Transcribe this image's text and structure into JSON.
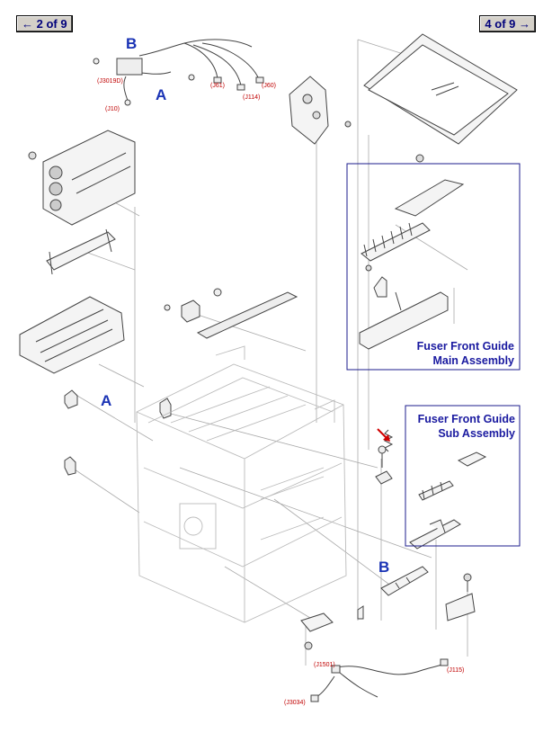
{
  "navigation": {
    "prev_label": "← 2 of 9",
    "next_label": "4 of 9 →"
  },
  "callouts": {
    "letter_a": "A",
    "letter_b": "B"
  },
  "connectors": {
    "j3019d": "(J3019D)",
    "j10": "(J10)",
    "j61": "(J61)",
    "j114": "(J114)",
    "j60": "(J60)",
    "j1501": "(J1501)",
    "j115": "(J115)",
    "j3034": "(J3034)"
  },
  "assemblies": {
    "main_line1": "Fuser Front Guide",
    "main_line2": "Main Assembly",
    "sub_line1": "Fuser Front Guide",
    "sub_line2": "Sub Assembly"
  },
  "colors": {
    "label_blue": "#1a33b5",
    "connector_red": "#c00000",
    "box_navy": "#1c1c8c",
    "part_gray": "#444444",
    "leader_gray": "#aaaaaa"
  }
}
